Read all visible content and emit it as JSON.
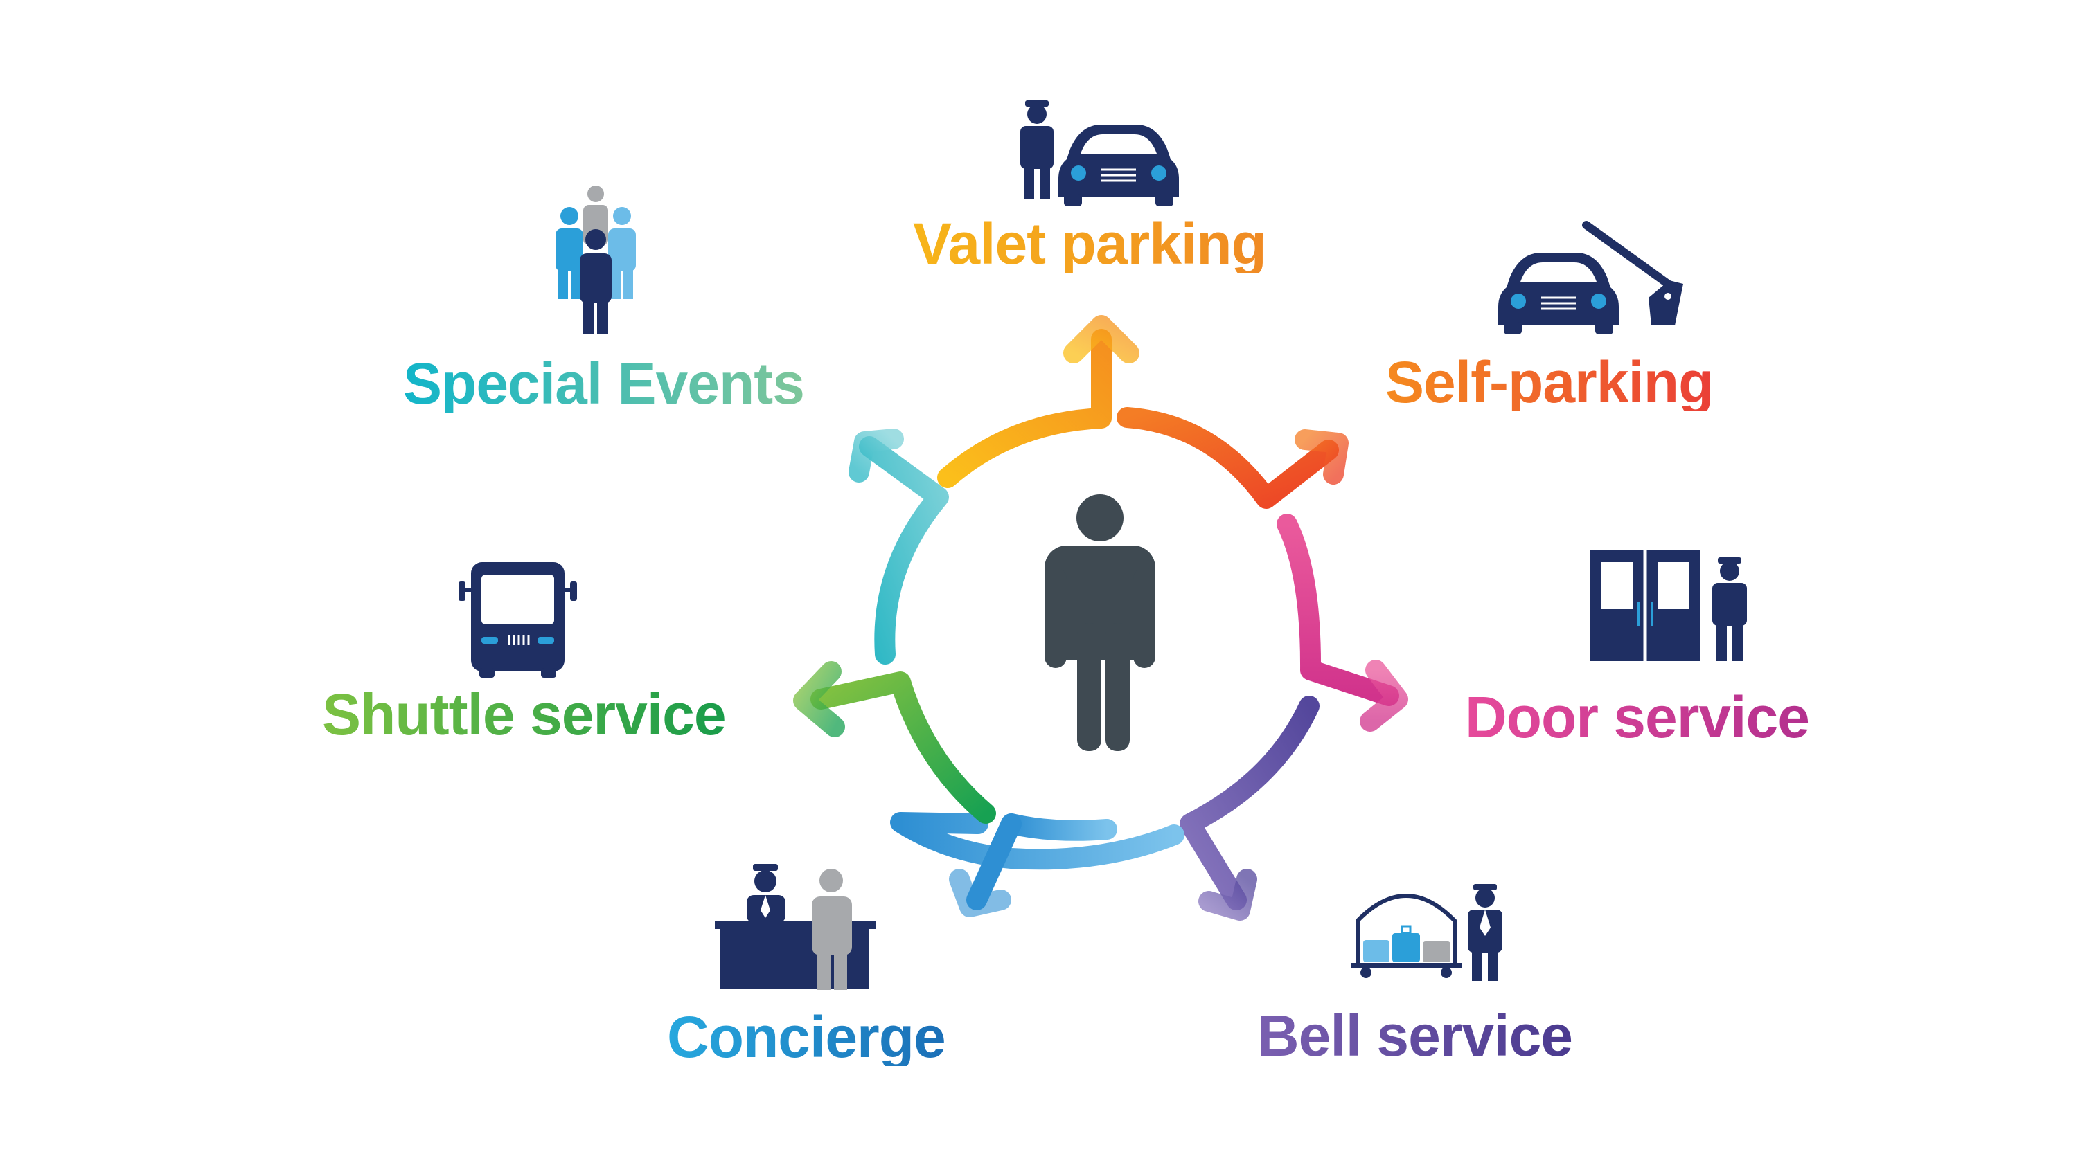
{
  "diagram": {
    "center": {
      "icon": "person-icon",
      "color": "#3f4a52"
    },
    "services": [
      {
        "id": "valet",
        "label": "Valet parking",
        "icon": "valet-car-icon",
        "color": "#f8a81c"
      },
      {
        "id": "self",
        "label": "Self-parking",
        "icon": "parking-barrier-icon",
        "color": "#f0642a"
      },
      {
        "id": "door",
        "label": "Door service",
        "icon": "door-attendant-icon",
        "color": "#d6408f"
      },
      {
        "id": "bell",
        "label": "Bell service",
        "icon": "luggage-cart-icon",
        "color": "#5b4a9e"
      },
      {
        "id": "conc",
        "label": "Concierge",
        "icon": "concierge-desk-icon",
        "color": "#1f8fd0"
      },
      {
        "id": "shuttle",
        "label": "Shuttle service",
        "icon": "bus-icon",
        "color": "#4fb24a"
      },
      {
        "id": "special",
        "label": "Special Events",
        "icon": "group-icon",
        "color": "#2bb8b5"
      }
    ],
    "icon_colors": {
      "navy": "#1f2f63",
      "gray": "#a7a9ac",
      "blue": "#2b9fd9",
      "lightblue": "#6cbce8"
    }
  }
}
